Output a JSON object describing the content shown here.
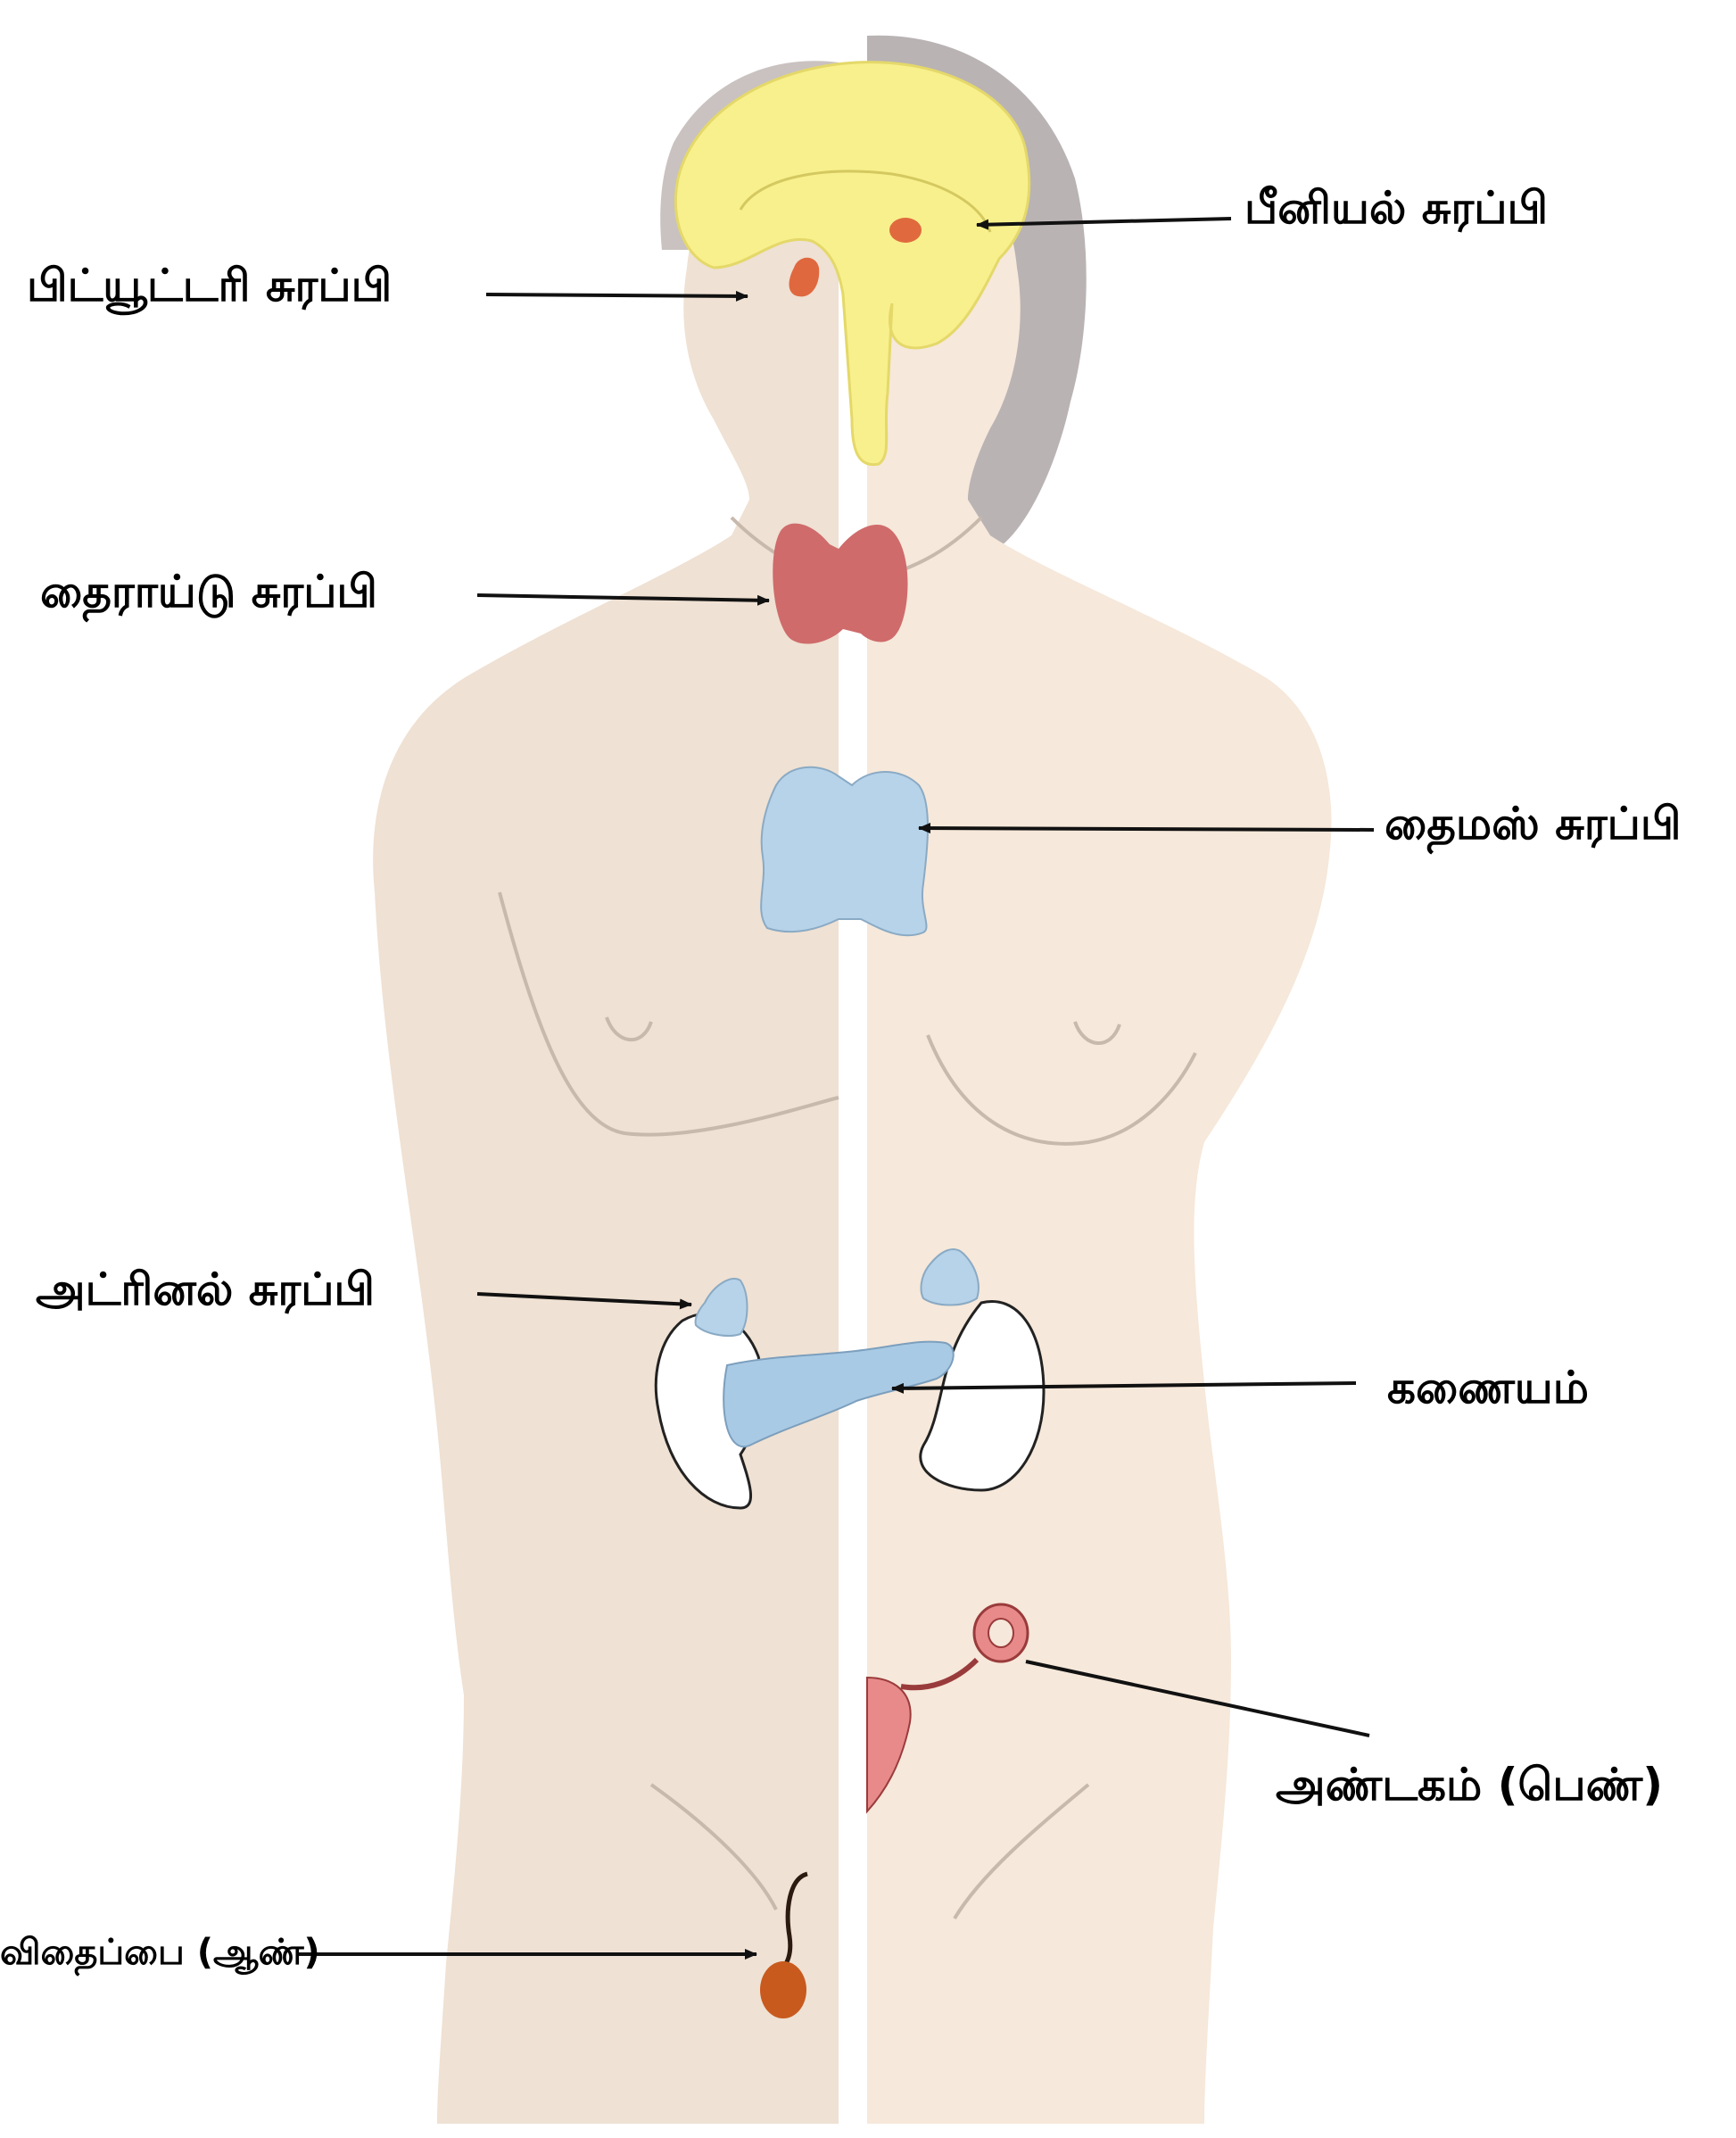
{
  "colors": {
    "background": "#ffffff",
    "male_skin": "#efe1d3",
    "female_skin": "#f6e8da",
    "hair": "#b9b3b4",
    "outline": "#c8b9ad",
    "brain": "#f8f08c",
    "pituitary": "#e0683e",
    "pineal": "#e06a3e",
    "thyroid": "#cf6b6b",
    "thymus": "#b6d3ea",
    "adrenal": "#b6d3ea",
    "pancreas": "#a9cae5",
    "kidney": "#ffffff",
    "ovary": "#e88a8a",
    "testis": "#c85a1e",
    "arrow": "#111111"
  },
  "labels": {
    "pineal": "பீனியல் சுரப்பி",
    "pituitary": "பிட்யூட்டரி சுரப்பி",
    "thyroid": "தைராய்டு சுரப்பி",
    "thymus": "தைமஸ் சுரப்பி",
    "adrenal": "அட்ரினல் சுரப்பி",
    "pancreas": "கணையம்",
    "ovary": "அண்டகம் (பெண்)",
    "testis": "விதைப்பை (ஆண்)"
  }
}
